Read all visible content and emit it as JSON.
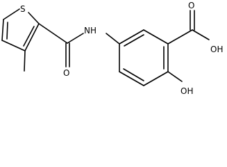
{
  "molecule": {
    "atoms": {
      "sulfur": "S",
      "amide_nh": "NH",
      "amide_o": "O",
      "acid_oh": "OH",
      "acid_o": "O",
      "phenol_oh": "OH"
    },
    "colors": {
      "bond": "#000000",
      "label": "#000000",
      "background": "#ffffff"
    }
  }
}
